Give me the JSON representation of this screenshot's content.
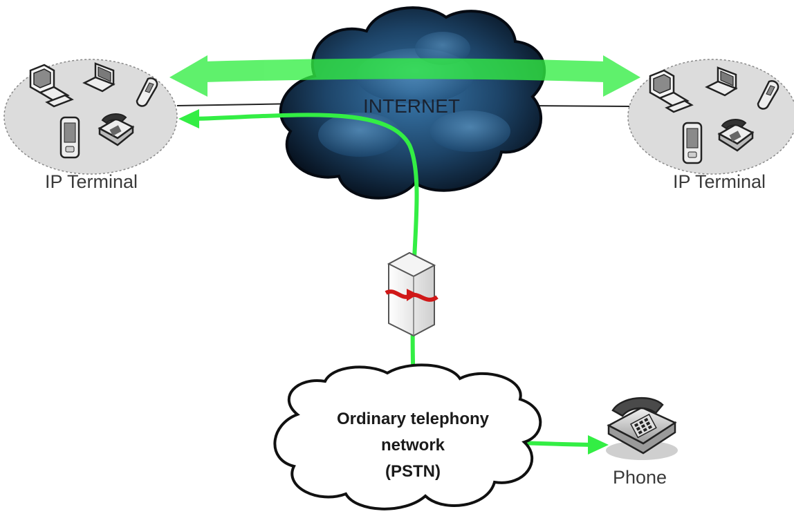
{
  "diagram": {
    "internet_label": "INTERNET",
    "left_terminal_label": "IP Terminal",
    "right_terminal_label": "IP Terminal",
    "pstn_label_lines": [
      "Ordinary telephony",
      "network",
      "(PSTN)"
    ],
    "phone_label": "Phone",
    "colors": {
      "flow": "#33ee44",
      "cloud_dark": "#0a1a2a",
      "cloud_light": "#4a8ab8",
      "terminal_bg": "#dcdcdc",
      "gateway_wave": "#d01818"
    },
    "icons": [
      "desktop-computer-icon",
      "laptop-icon",
      "mobile-phone-icon",
      "pda-icon",
      "desk-phone-icon",
      "gateway-server-icon",
      "phone-icon"
    ]
  }
}
